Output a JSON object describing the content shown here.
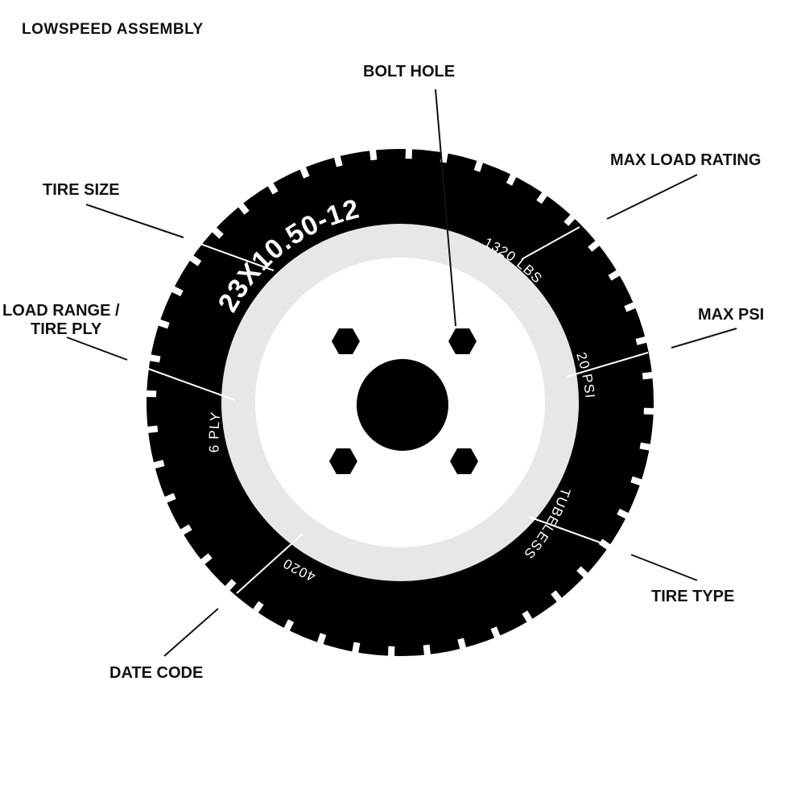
{
  "title": "LOWSPEED ASSEMBLY",
  "colors": {
    "tire": "#000000",
    "rim": "#e6e7e9",
    "face": "#ffffff",
    "hub": "#000000",
    "text": "#111111"
  },
  "tire_markings": {
    "size": "23X10.50-12",
    "load": "1320 LBS",
    "psi": "20 PSI",
    "type": "TUBELESS",
    "date": "4020",
    "ply": "6 PLY"
  },
  "callouts": {
    "bolt_hole": "BOLT HOLE",
    "max_load_rating": "MAX LOAD RATING",
    "tire_size": "TIRE SIZE",
    "load_range_1": "LOAD RANGE /",
    "load_range_2": "TIRE PLY",
    "max_psi": "MAX PSI",
    "tire_type": "TIRE TYPE",
    "date_code": "DATE CODE"
  }
}
